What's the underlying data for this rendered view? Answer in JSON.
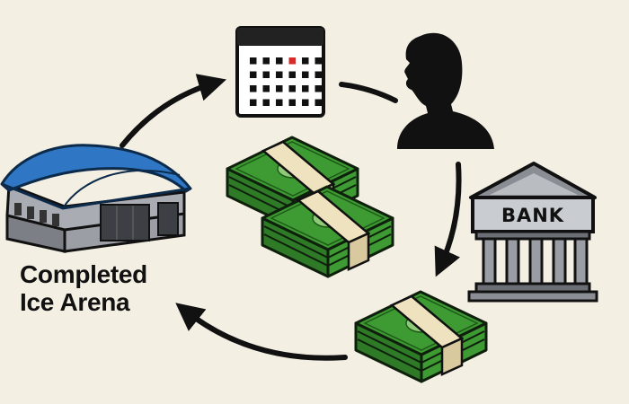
{
  "arena": {
    "label_line1": "Completed",
    "label_line2": "Ice Arena",
    "roof_color": "#2f77c4",
    "wall_color": "#a9adb3"
  },
  "calendar": {
    "highlight_color": "#d62b2b"
  },
  "bank": {
    "label": "BANK"
  },
  "money": {
    "bill_color": "#3e9a33",
    "band_color": "#efe2be"
  },
  "icons": [
    "arena-icon",
    "calendar-icon",
    "person-silhouette-icon",
    "bank-icon",
    "money-stack-icon"
  ]
}
